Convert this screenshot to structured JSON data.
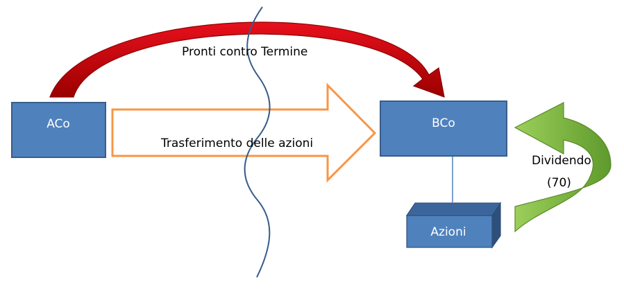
{
  "nodes": {
    "aco": "ACo",
    "bco": "BCo",
    "azioni": "Azioni"
  },
  "labels": {
    "repo": "Pronti contro Termine",
    "transfer": "Trasferimento delle azioni",
    "dividend_label": "Dividendo",
    "dividend_amount": "(70)"
  },
  "colors": {
    "box_fill": "#4F81BD",
    "box_stroke": "#385D8A",
    "box_side": "#2E4F7A",
    "box_top": "#3C669B",
    "repo_arrow": "#D8000F",
    "repo_arrow_dark": "#8E0000",
    "transfer_arrow_stroke": "#F79646",
    "dividend_arrow": "#8BC34A",
    "dividend_arrow_dark": "#5A8A2A",
    "border_line": "#385D8A",
    "connector": "#4F81BD"
  }
}
